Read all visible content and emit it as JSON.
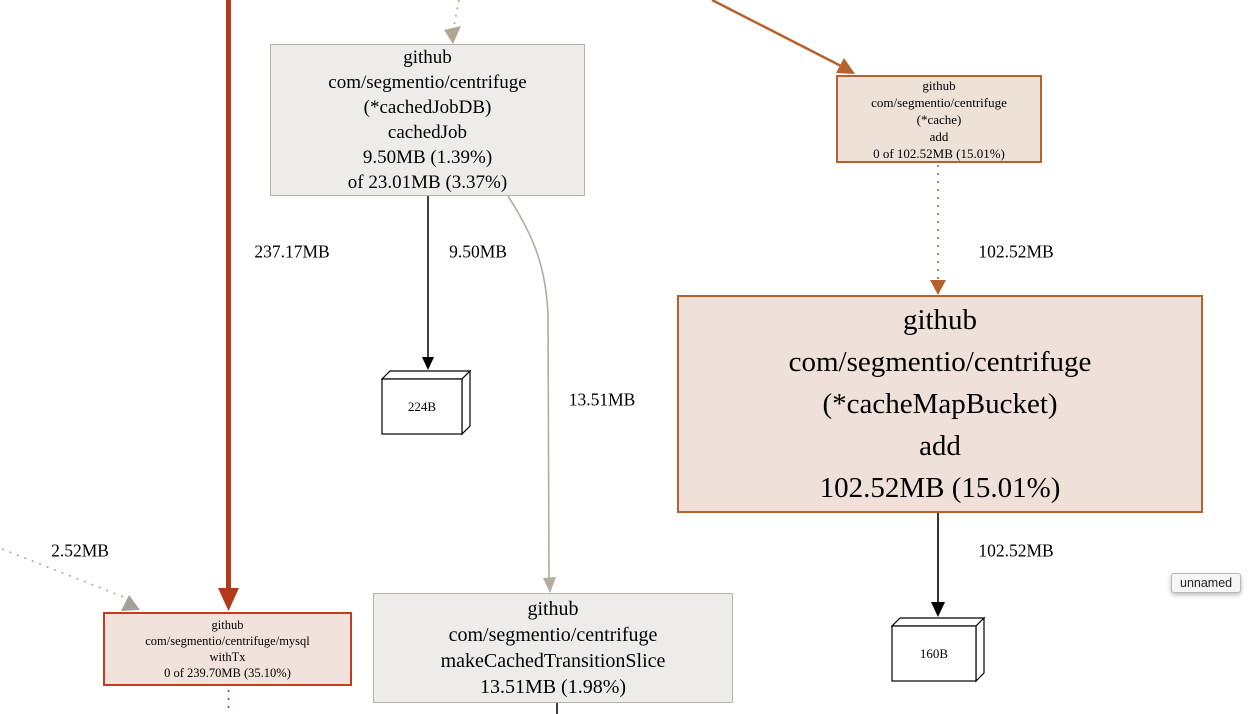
{
  "nodes": {
    "cachedjob": {
      "lines": [
        "github",
        "com/segmentio/centrifuge",
        "(*cachedJobDB)",
        "cachedJob",
        "9.50MB (1.39%)",
        "of 23.01MB (3.37%)"
      ],
      "fill": "#edecea",
      "border": "#b9b3a6"
    },
    "cache_add": {
      "lines": [
        "github",
        "com/segmentio/centrifuge",
        "(*cache)",
        "add",
        "0 of 102.52MB (15.01%)"
      ],
      "fill": "#eee1d8",
      "border": "#b5622d"
    },
    "cachemapbucket_add": {
      "lines": [
        "github",
        "com/segmentio/centrifuge",
        "(*cacheMapBucket)",
        "add",
        "102.52MB (15.01%)"
      ],
      "fill": "#efe1d9",
      "border": "#b5622d"
    },
    "mysql_withtx": {
      "lines": [
        "github",
        "com/segmentio/centrifuge/mysql",
        "withTx",
        "0 of 239.70MB (35.10%)"
      ],
      "fill": "#f2e2dc",
      "border": "#c43c1b"
    },
    "make_cached_transition_slice": {
      "lines": [
        "github",
        "com/segmentio/centrifuge",
        "makeCachedTransitionSlice",
        "13.51MB (1.98%)"
      ],
      "fill": "#edecea",
      "border": "#b9b3a6"
    },
    "alloc_224b": {
      "label": "224B",
      "fill": "#ffffff",
      "border": "#000000"
    },
    "alloc_160b": {
      "label": "160B",
      "fill": "#ffffff",
      "border": "#000000"
    }
  },
  "edges": {
    "thick_red_into_mysql": {
      "label": "237.17MB",
      "color": "#b23a1a",
      "style": "solid",
      "width": 5
    },
    "cachedjob_to_224b": {
      "label": "9.50MB",
      "color": "#000000",
      "style": "solid",
      "width": 1.5
    },
    "cachedjob_to_makecached": {
      "label": "13.51MB",
      "color": "#b3ac9f",
      "style": "solid",
      "width": 1.6
    },
    "cacheadd_to_cachemapbucket": {
      "label": "102.52MB",
      "color": "#b5622d",
      "style": "dotted",
      "width": 1.6
    },
    "cachemapbucket_to_160b": {
      "label": "102.52MB",
      "color": "#000000",
      "style": "solid",
      "width": 1.6
    },
    "dotted_into_mysql": {
      "label": "2.52MB",
      "color": "#a9a49b",
      "style": "dotted",
      "width": 1.5
    },
    "dotted_into_cachedjob": {
      "label": "",
      "color": "#b2a791",
      "style": "dotted",
      "width": 1.6
    },
    "solid_into_cacheadd": {
      "label": "",
      "color": "#b5622d",
      "style": "solid",
      "width": 2.5
    },
    "dotted_out_of_mysql": {
      "label": "",
      "color": "#c04020",
      "style": "dotted",
      "width": 1.6
    },
    "solid_out_of_makecached": {
      "label": "",
      "color": "#000000",
      "style": "solid",
      "width": 1.5
    }
  },
  "tooltip": {
    "text": "unnamed"
  }
}
